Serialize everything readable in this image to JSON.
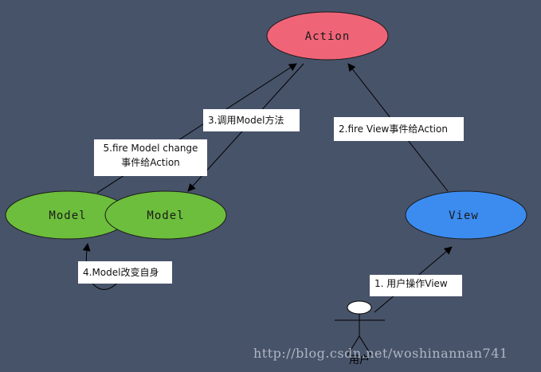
{
  "nodes": {
    "action": "Action",
    "model_left": "Model",
    "model_right": "Model",
    "view": "View",
    "user": "用户"
  },
  "edges": {
    "user_to_view": "1. 用户操作View",
    "view_to_action": "2.fire View事件给Action",
    "action_to_model": "3.调用Model方法",
    "model_self": "4.Model改变自身",
    "model_to_action": [
      "5.fire Model change",
      "事件给Action"
    ]
  },
  "watermark": "http://blog.csdn.net/woshinannan741",
  "colors": {
    "background": "#475369",
    "action_fill": "#f06478",
    "model_fill": "#6cbe3c",
    "view_fill": "#3c8cf0"
  }
}
